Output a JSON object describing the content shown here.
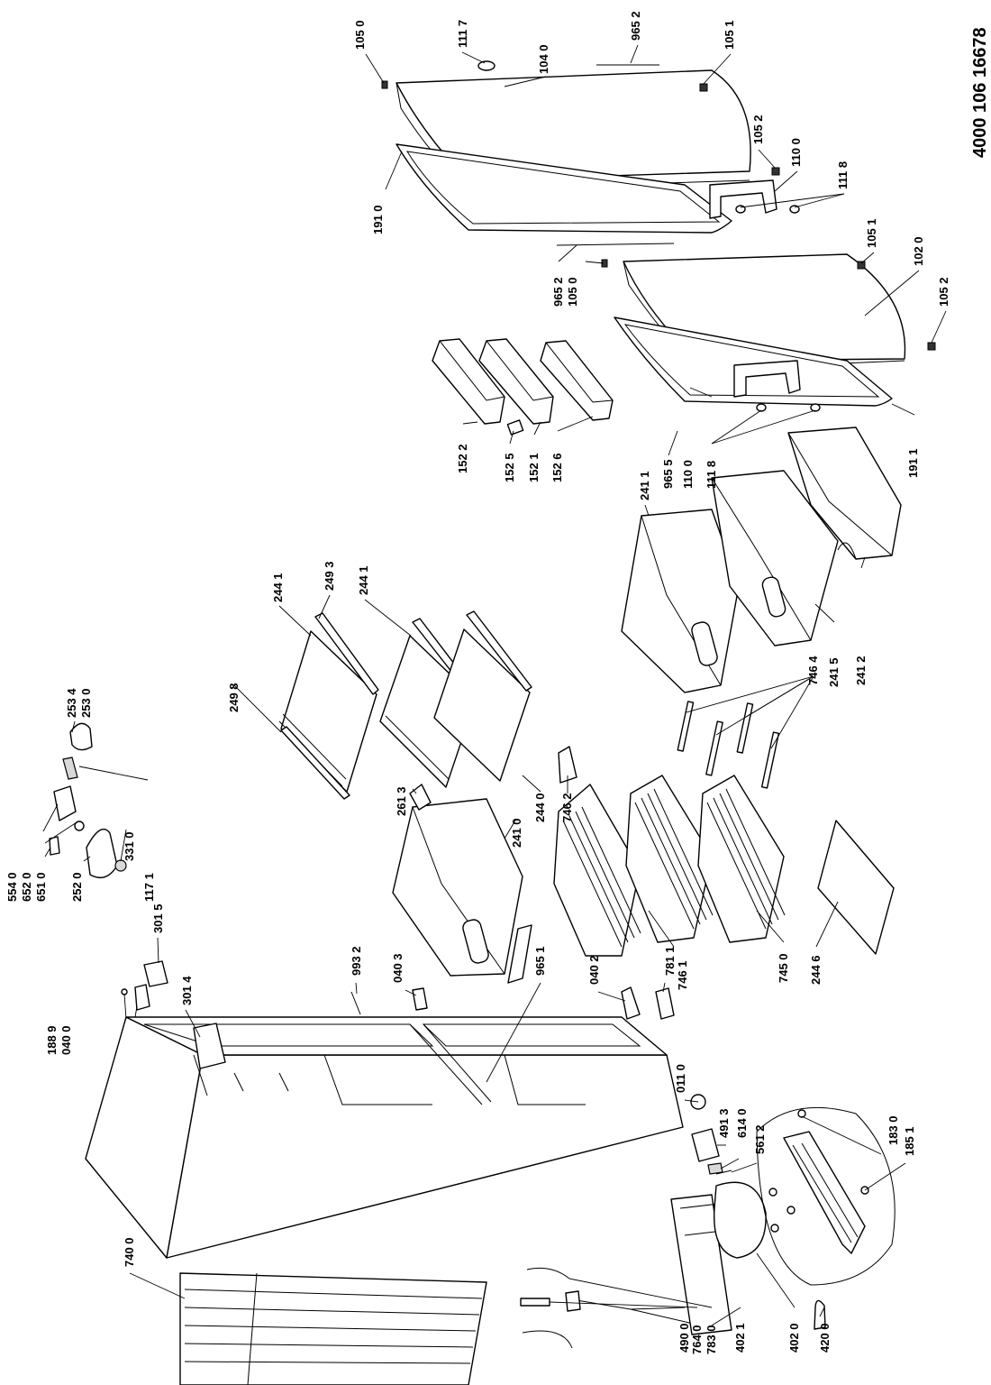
{
  "document_number": "4000 106 16678",
  "labels": {
    "p1050a": "105 0",
    "p1117": "111 7",
    "p1040": "104 0",
    "p9652a": "965 2",
    "p1051a": "105 1",
    "p1052a": "105 2",
    "p1100a": "110 0",
    "p1118a": "111 8",
    "p1910": "191 0",
    "p1051b": "105 1",
    "p1020": "102 0",
    "p9652b": "965 2",
    "p1050b": "105 0",
    "p1052b": "105 2",
    "p1522": "152 2",
    "p1525": "152 5",
    "p1521": "152 1",
    "p1526": "152 6",
    "p2411a": "241 1",
    "p9655": "965 5",
    "p1100b": "110 0",
    "p1118b": "111 8",
    "p1911": "191 1",
    "p2415": "241 5",
    "p2412": "241 2",
    "p7464": "746 4",
    "p2441a": "244 1",
    "p2493": "249 3",
    "p2441b": "244 1",
    "p2498": "249 8",
    "p2534": "253 4",
    "p2530": "253 0",
    "p1171": "117 1",
    "p5540": "554 0",
    "p6520": "652 0",
    "p6510": "651 0",
    "p2520": "252 0",
    "p3310": "331 0",
    "p2613": "261 3",
    "p2410": "241 0",
    "p2440": "244 0",
    "p7462": "746 2",
    "p3015": "301 5",
    "p3014": "301 4",
    "p9932": "993 2",
    "p0403": "040 3",
    "p9651": "965 1",
    "p0402": "040 2",
    "p7811": "781 1",
    "p7461": "746 1",
    "p7450": "745 0",
    "p2446": "244 6",
    "p1889": "188 9",
    "p0400": "040 0",
    "p0110": "011 0",
    "p4913": "491 3",
    "p6140": "614 0",
    "p5612": "561 2",
    "p1830": "183 0",
    "p1851": "185 1",
    "p7400": "740 0",
    "p7640": "764 0",
    "p7830": "783 0",
    "p4900": "490 0",
    "p4021": "402 1",
    "p4020": "402 0",
    "p4200": "420 0"
  }
}
